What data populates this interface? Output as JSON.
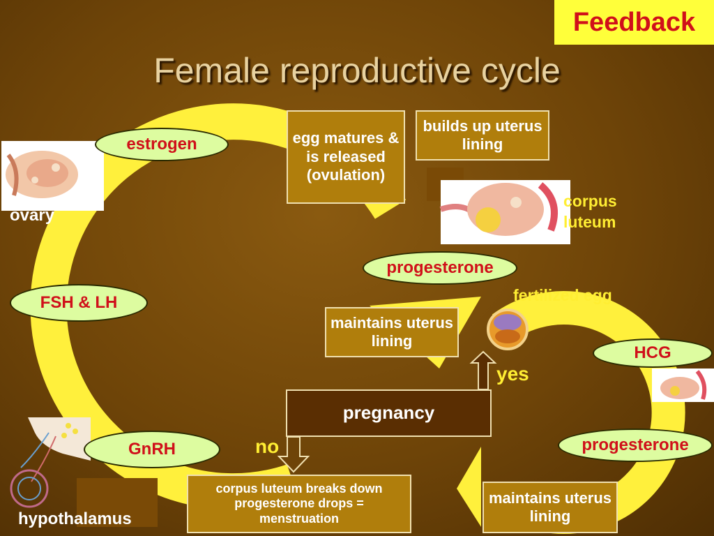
{
  "header": {
    "feedback_label": "Feedback",
    "title": "Female reproductive cycle"
  },
  "hormones": {
    "estrogen": "estrogen",
    "progesterone_main": "progesterone",
    "fsh_lh": "FSH & LH",
    "gnrh": "GnRH",
    "hcg": "HCG",
    "progesterone_pregnancy": "progesterone"
  },
  "boxes": {
    "egg_matures": "egg matures & is released (ovulation)",
    "builds_up": "builds up uterus lining",
    "maintains_main": "maintains uterus lining",
    "pregnancy": "pregnancy",
    "corpus_breaks": "corpus luteum breaks down progesterone drops = menstruation",
    "maintains_pregnancy": "maintains uterus lining"
  },
  "labels": {
    "ovary": "ovary",
    "corpus_luteum": "corpus luteum",
    "fertilized_egg": "fertilized egg",
    "yes": "yes",
    "no": "no",
    "hypothalamus": "hypothalamus"
  },
  "colors": {
    "background": "#6e4408",
    "arrow_yellow": "#fff03c",
    "pill_fill": "#ddfca0",
    "box_fill": "#b07e0c",
    "pregnancy_fill": "#5a2e02",
    "feedback_fill": "#ffff3a",
    "accent_red": "#d0101a"
  }
}
